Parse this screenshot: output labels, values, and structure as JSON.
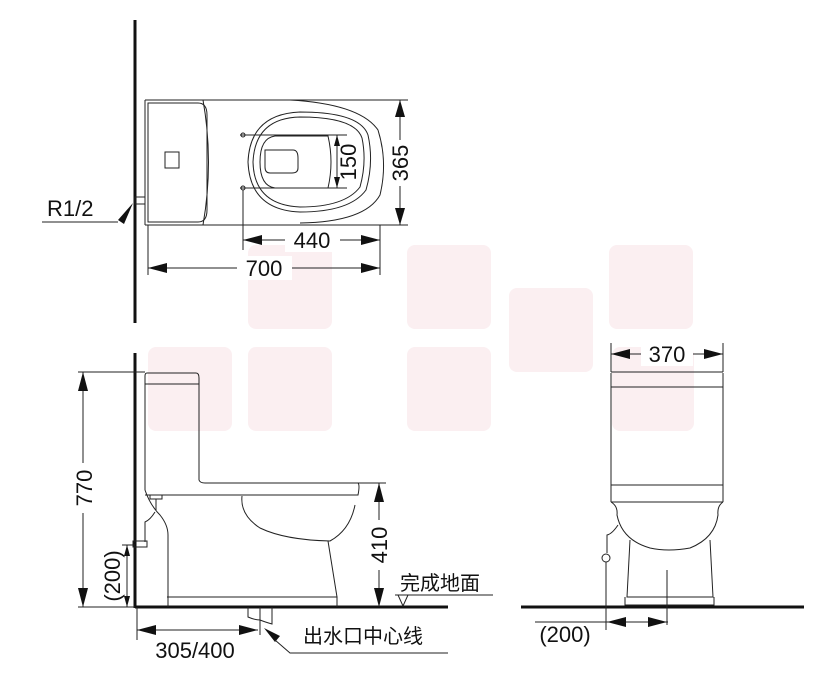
{
  "drawing": {
    "top_view": {
      "pipe_label": "R1/2",
      "depth": "365",
      "seat_hole": "150",
      "bowl_length": "440",
      "total_length": "700"
    },
    "side_view": {
      "height": "770",
      "seat_height": "410",
      "supply_height": "(200)",
      "rough_in": "305/400",
      "floor_label": "完成地面",
      "outlet_label": "出水口中心线"
    },
    "front_view": {
      "width": "370",
      "supply_offset": "(200)"
    }
  },
  "colors": {
    "line": "#111111",
    "watermark": "#fbeff1"
  }
}
